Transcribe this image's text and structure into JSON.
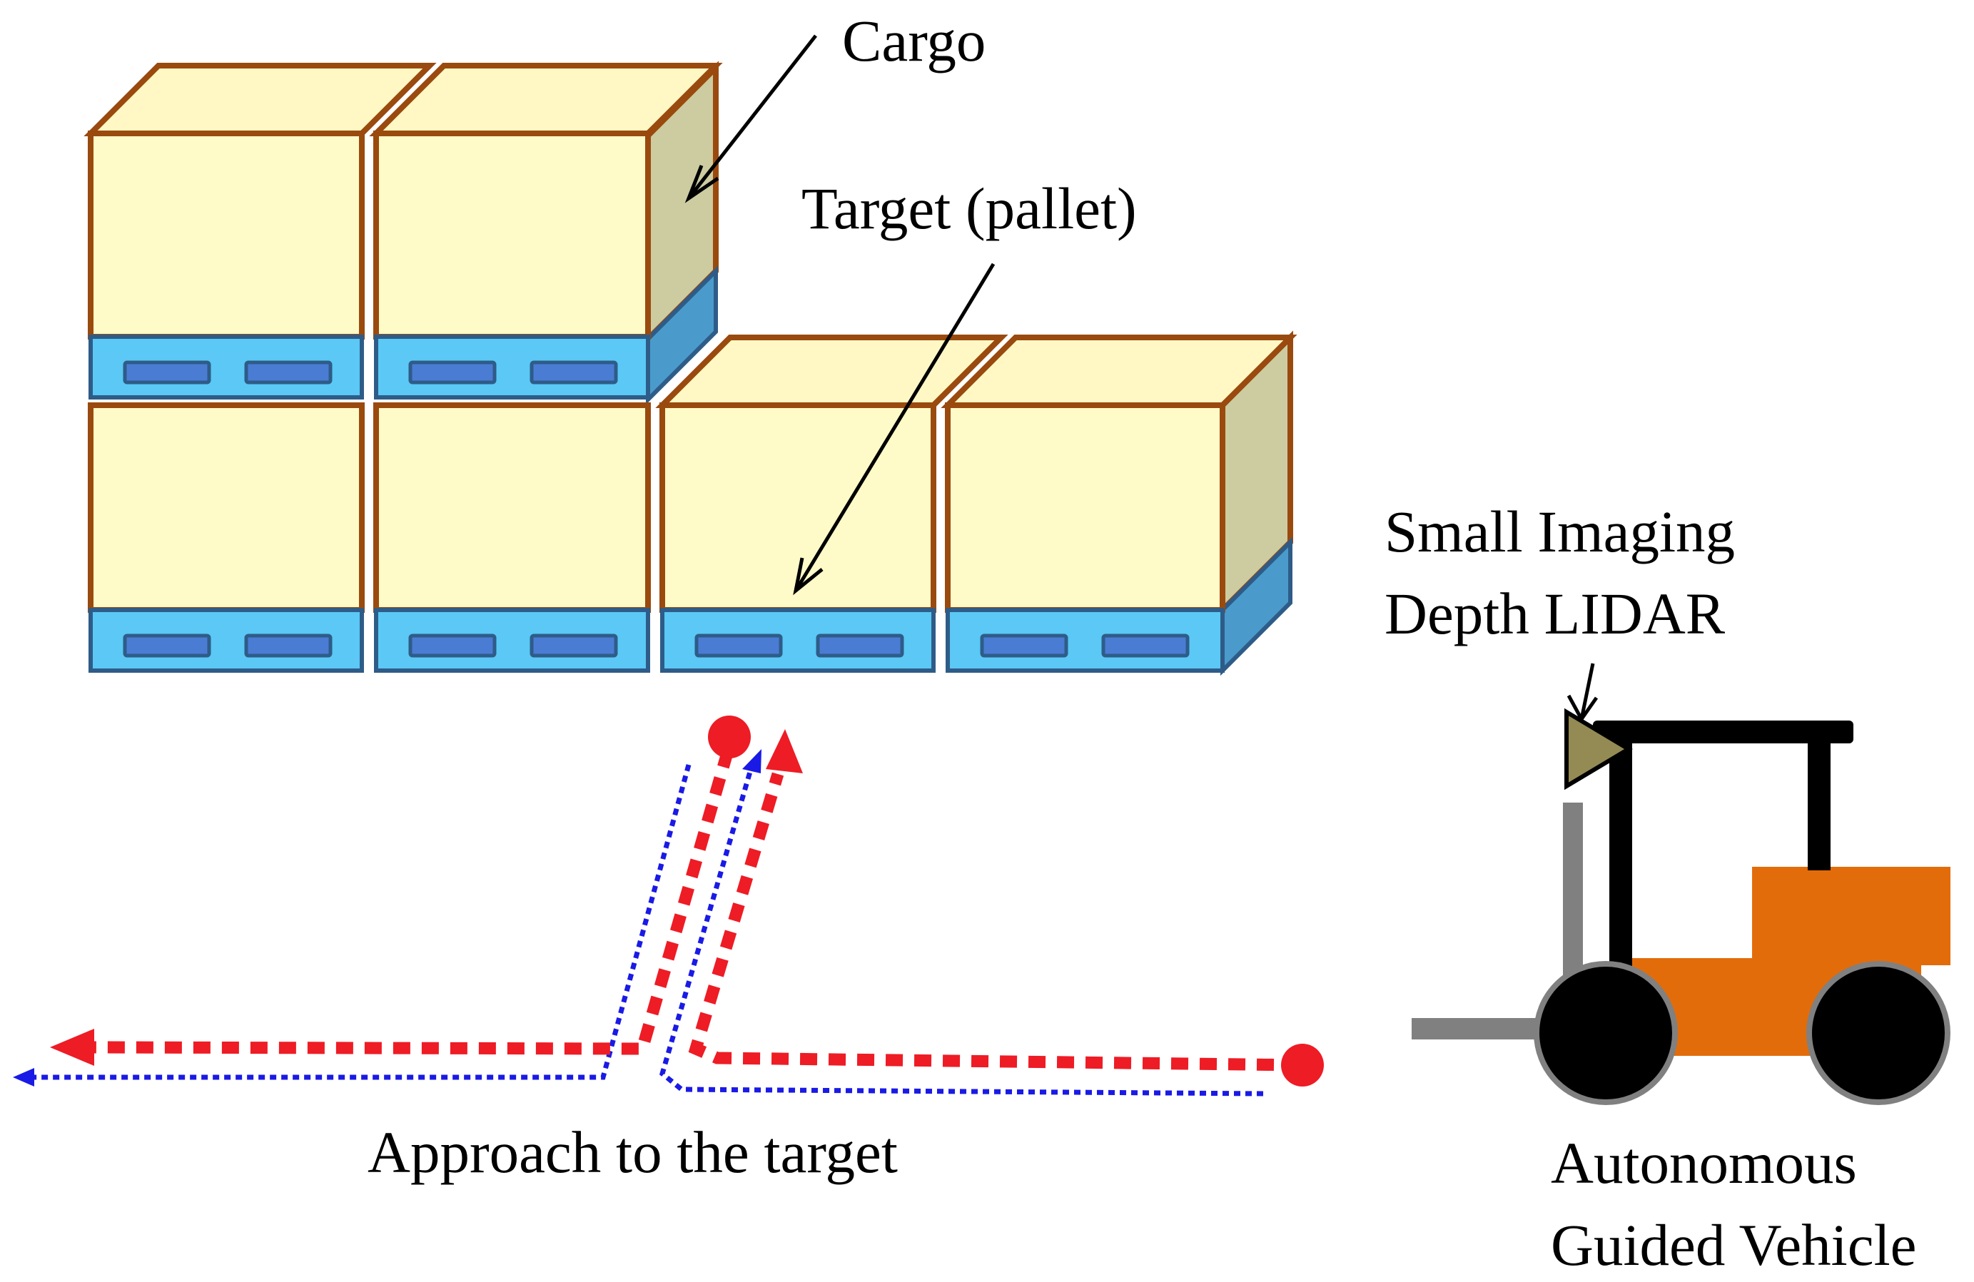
{
  "labels": {
    "cargo": "Cargo",
    "target": "Target (pallet)",
    "lidar_line1": "Small Imaging",
    "lidar_line2": "Depth LIDAR",
    "approach": "Approach to the target",
    "agv_line1": "Autonomous",
    "agv_line2": "Guided Vehicle"
  },
  "colors": {
    "box_front": "#FFFBC8",
    "box_top": "#FFF8C4",
    "box_side": "#CCCCA0",
    "box_stroke": "#9A4A0E",
    "pallet_front": "#5BC8F5",
    "pallet_side": "#4A9BCB",
    "pallet_slot": "#4A7CD4",
    "pallet_stroke": "#2E5C88",
    "path_primary": "#EE1C25",
    "path_secondary": "#1A1AE6",
    "vehicle_body": "#E36C0A",
    "vehicle_frame": "#000000",
    "fork": "#808080",
    "lidar": "#948A54",
    "wheel": "#000000"
  }
}
